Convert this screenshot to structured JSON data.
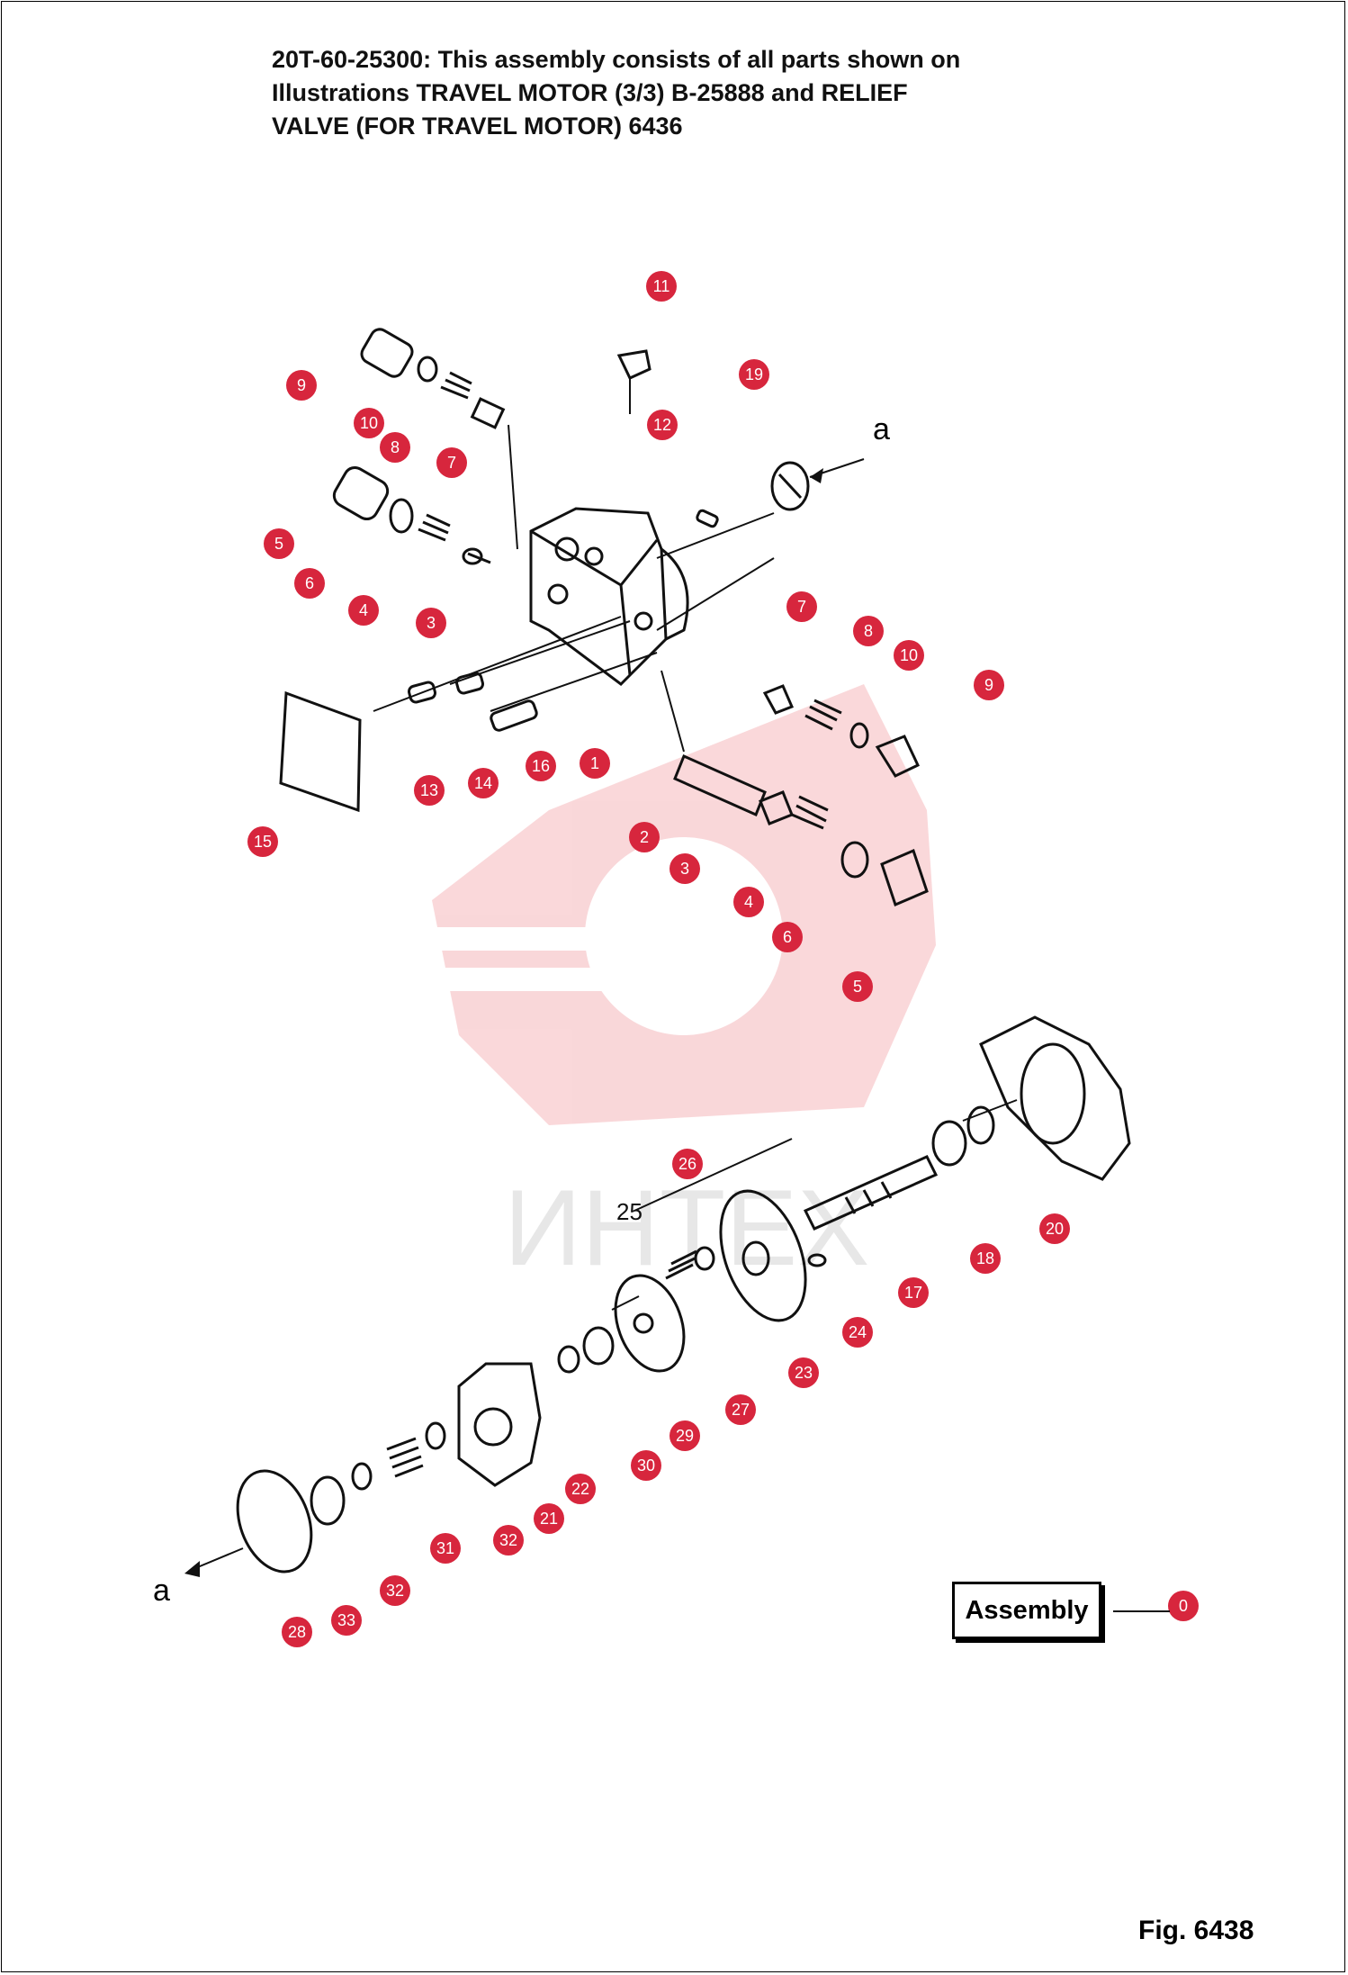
{
  "header": {
    "line1": "20T-60-25300: This assembly consists of all parts shown on",
    "line2": "Illustrations TRAVEL MOTOR (3/3) B-25888 and RELIEF",
    "line3": "VALVE (FOR TRAVEL MOTOR) 6436"
  },
  "arrow_labels": {
    "top": "a",
    "bottom": "a"
  },
  "watermark": "ИНТЕХ",
  "assembly_label": "Assembly",
  "figure_label": "Fig. 6438",
  "callouts": [
    "11",
    "19",
    "12",
    "9",
    "10",
    "8",
    "7",
    "5",
    "6",
    "4",
    "3",
    "7",
    "8",
    "10",
    "9",
    "16",
    "1",
    "14",
    "13",
    "15",
    "2",
    "3",
    "4",
    "6",
    "5",
    "26",
    "20",
    "18",
    "17",
    "24",
    "23",
    "27",
    "29",
    "30",
    "22",
    "21",
    "32",
    "31",
    "32",
    "33",
    "28",
    "0"
  ],
  "printed_numbers": [
    "11",
    "9",
    "12",
    "8",
    "7",
    "5",
    "6",
    "4",
    "3",
    "0",
    "9",
    "1",
    "13",
    "15",
    "2",
    "3",
    "4",
    "6",
    "26",
    "25",
    "17",
    "24",
    "23",
    "27",
    "29",
    "22",
    "21",
    "32",
    "31",
    "32",
    "8"
  ],
  "colors": {
    "callout": "#d7263d",
    "watermark": "#f2b8bb",
    "line": "#111111"
  }
}
